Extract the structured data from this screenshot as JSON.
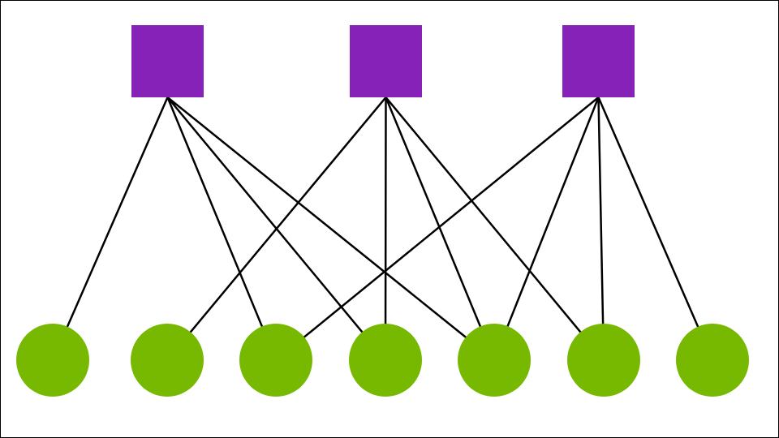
{
  "colors": {
    "square_fill": "#8722b8",
    "circle_fill": "#76b900",
    "edge_stroke": "#000000",
    "background": "#ffffff",
    "frame": "#000000"
  },
  "squares": [
    {
      "id": "s1"
    },
    {
      "id": "s2"
    },
    {
      "id": "s3"
    }
  ],
  "circles": [
    {
      "id": "c1"
    },
    {
      "id": "c2"
    },
    {
      "id": "c3"
    },
    {
      "id": "c4"
    },
    {
      "id": "c5"
    },
    {
      "id": "c6"
    },
    {
      "id": "c7"
    }
  ],
  "edges": [
    [
      "s1",
      "c1"
    ],
    [
      "s1",
      "c3"
    ],
    [
      "s1",
      "c4"
    ],
    [
      "s1",
      "c5"
    ],
    [
      "s2",
      "c2"
    ],
    [
      "s2",
      "c4"
    ],
    [
      "s2",
      "c5"
    ],
    [
      "s2",
      "c6"
    ],
    [
      "s3",
      "c3"
    ],
    [
      "s3",
      "c5"
    ],
    [
      "s3",
      "c6"
    ],
    [
      "s3",
      "c7"
    ]
  ]
}
